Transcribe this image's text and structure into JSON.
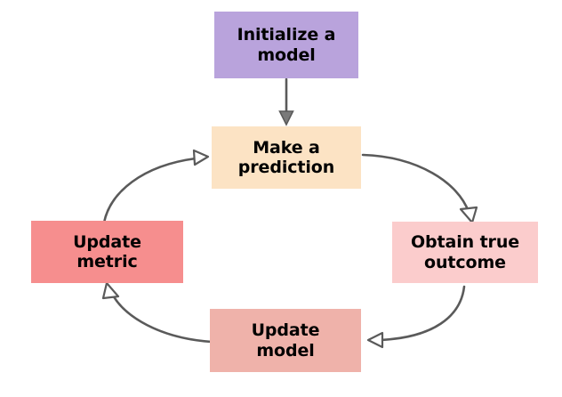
{
  "diagram": {
    "type": "cycle-flowchart",
    "title": "",
    "background_color": "#ffffff",
    "arrow_color": "#5a5a5a",
    "nodes": [
      {
        "id": "initialize",
        "label": "Initialize a\nmodel",
        "color": "#b9a3dc",
        "position": "top"
      },
      {
        "id": "predict",
        "label": "Make a\nprediction",
        "color": "#fce3c4",
        "position": "upper-center"
      },
      {
        "id": "outcome",
        "label": "Obtain true\noutcome",
        "color": "#fbcccc",
        "position": "right"
      },
      {
        "id": "update_model",
        "label": "Update\nmodel",
        "color": "#efb2aa",
        "position": "bottom"
      },
      {
        "id": "update_metric",
        "label": "Update\nmetric",
        "color": "#f68e8e",
        "position": "left"
      }
    ],
    "edges": [
      {
        "id": "e1",
        "from": "initialize",
        "to": "predict",
        "style": "straight"
      },
      {
        "id": "e2",
        "from": "predict",
        "to": "outcome",
        "style": "curved"
      },
      {
        "id": "e3",
        "from": "outcome",
        "to": "update_model",
        "style": "curved"
      },
      {
        "id": "e4",
        "from": "update_model",
        "to": "update_metric",
        "style": "curved"
      },
      {
        "id": "e5",
        "from": "update_metric",
        "to": "predict",
        "style": "curved"
      }
    ]
  }
}
